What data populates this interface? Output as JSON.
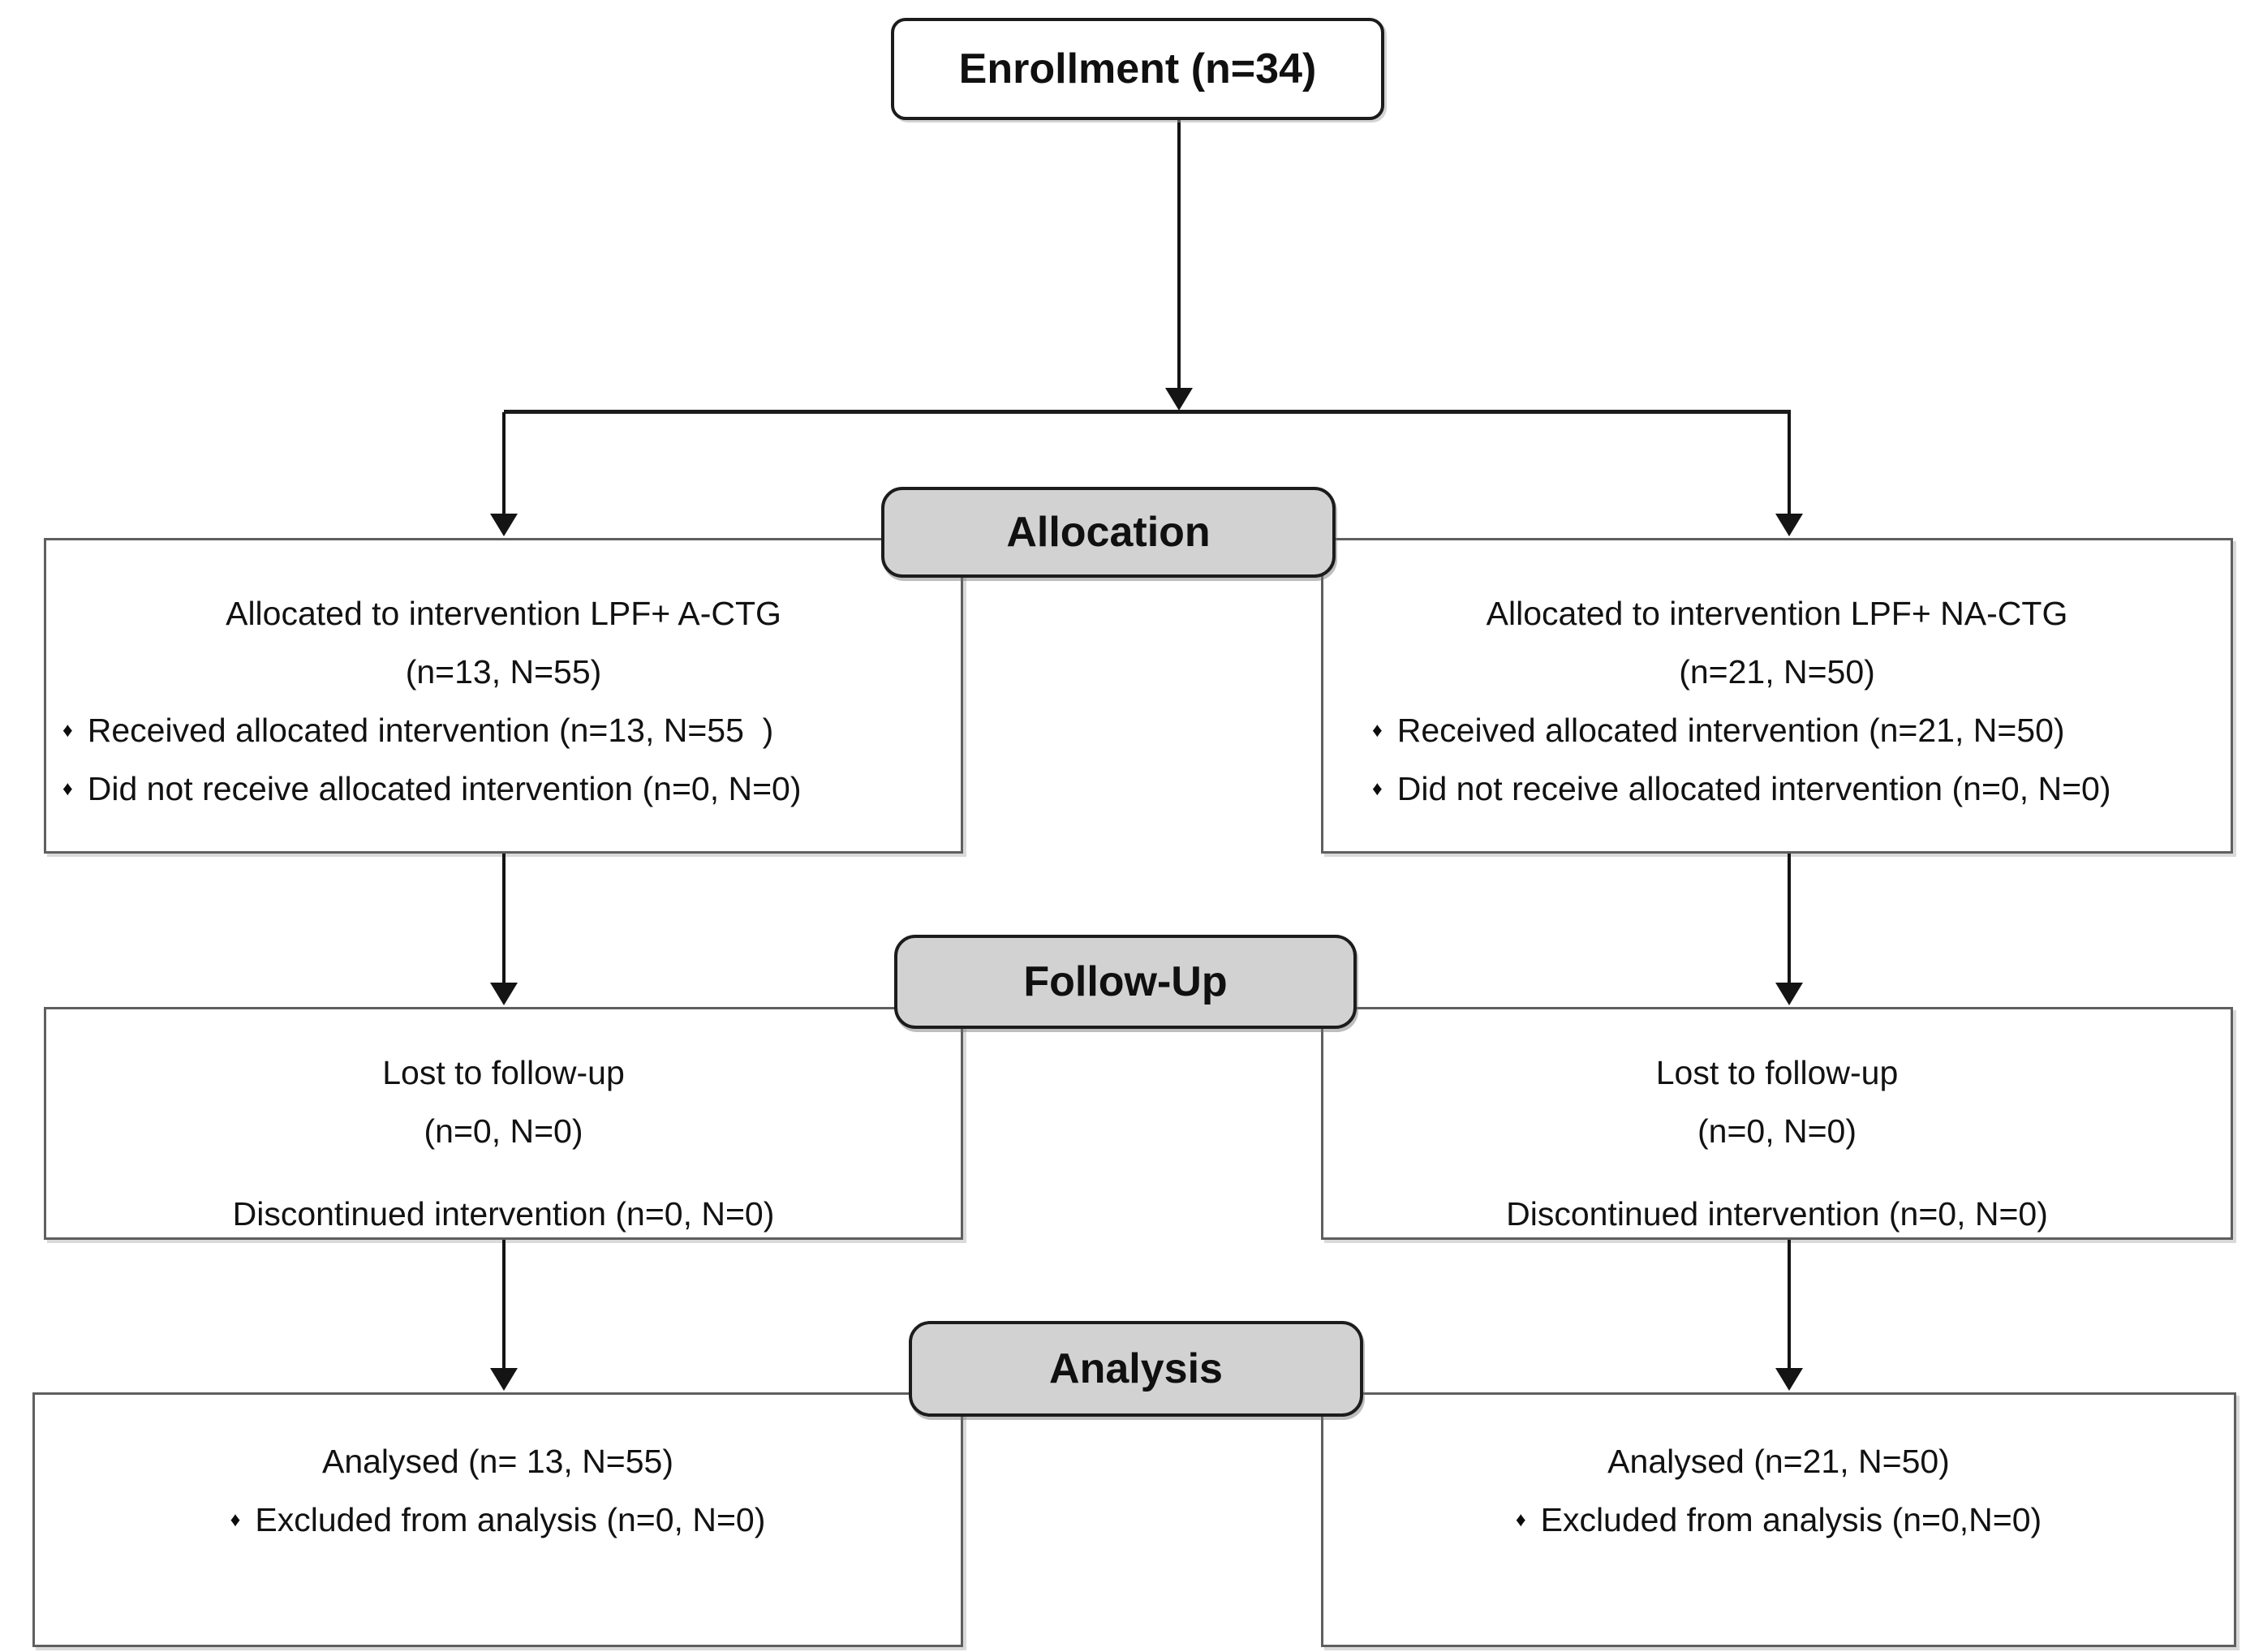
{
  "enrollment": {
    "label": "Enrollment (n=34)"
  },
  "stages": [
    {
      "label": "Allocation"
    },
    {
      "label": "Follow-Up"
    },
    {
      "label": "Analysis"
    }
  ],
  "bullet_glyph": "♦",
  "arms": {
    "left": {
      "allocation": {
        "title": "Allocated to intervention LPF+ A-CTG",
        "subtitle": "(n=13, N=55)",
        "bullets": [
          "Received allocated intervention (n=13, N=55  )",
          "Did not receive allocated intervention (n=0, N=0)"
        ]
      },
      "follow_up": {
        "lines": [
          "Lost to follow-up",
          "(n=0, N=0)",
          "Discontinued intervention (n=0, N=0)"
        ]
      },
      "analysis": {
        "title": "Analysed (n= 13, N=55)",
        "bullets": [
          "Excluded from analysis (n=0, N=0)"
        ]
      }
    },
    "right": {
      "allocation": {
        "title": "Allocated to intervention LPF+ NA-CTG",
        "subtitle": "(n=21, N=50)",
        "bullets": [
          "Received allocated intervention (n=21, N=50)",
          "Did not receive allocated intervention (n=0, N=0)"
        ]
      },
      "follow_up": {
        "lines": [
          "Lost to follow-up",
          "(n=0, N=0)",
          "Discontinued intervention (n=0, N=0)"
        ]
      },
      "analysis": {
        "title": "Analysed (n=21, N=50)",
        "bullets": [
          "Excluded from analysis (n=0,N=0)"
        ]
      }
    }
  },
  "colors": {
    "background": "#ffffff",
    "box_fill": "#ffffff",
    "box_border": "#5f5f5f",
    "label_fill": "#d2d2d2",
    "label_border": "#1c1c1c",
    "line": "#141414",
    "text": "#121212"
  }
}
